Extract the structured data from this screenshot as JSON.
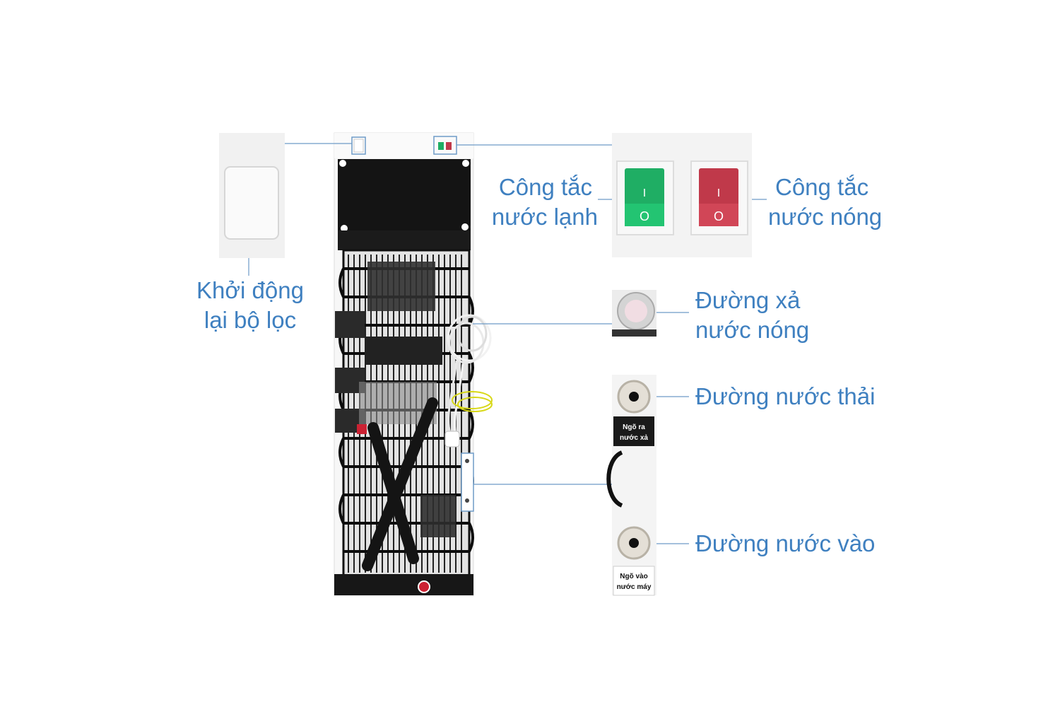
{
  "labels": {
    "reset_filter": {
      "line1": "Khởi động",
      "line2": "lại bộ lọc"
    },
    "cold_switch": {
      "line1": "Công tắc",
      "line2": "nước lạnh"
    },
    "hot_switch": {
      "line1": "Công tắc",
      "line2": "nước nóng"
    },
    "hot_drain": {
      "line1": "Đường xả",
      "line2": "nước nóng"
    },
    "waste_line": "Đường nước thải",
    "inlet_line": "Đường nước vào"
  },
  "panel_tags": {
    "outlet": {
      "line1": "Ngõ ra",
      "line2": "nước xả"
    },
    "inlet": {
      "line1": "Ngõ vào",
      "line2": "nước máy"
    }
  },
  "switch_symbols": {
    "on": "I",
    "off": "O"
  },
  "colors": {
    "label_text": "#3f80c0",
    "leader_line": "#6e9bc7",
    "cold_switch": "#1fae64",
    "hot_switch": "#c0394a"
  }
}
